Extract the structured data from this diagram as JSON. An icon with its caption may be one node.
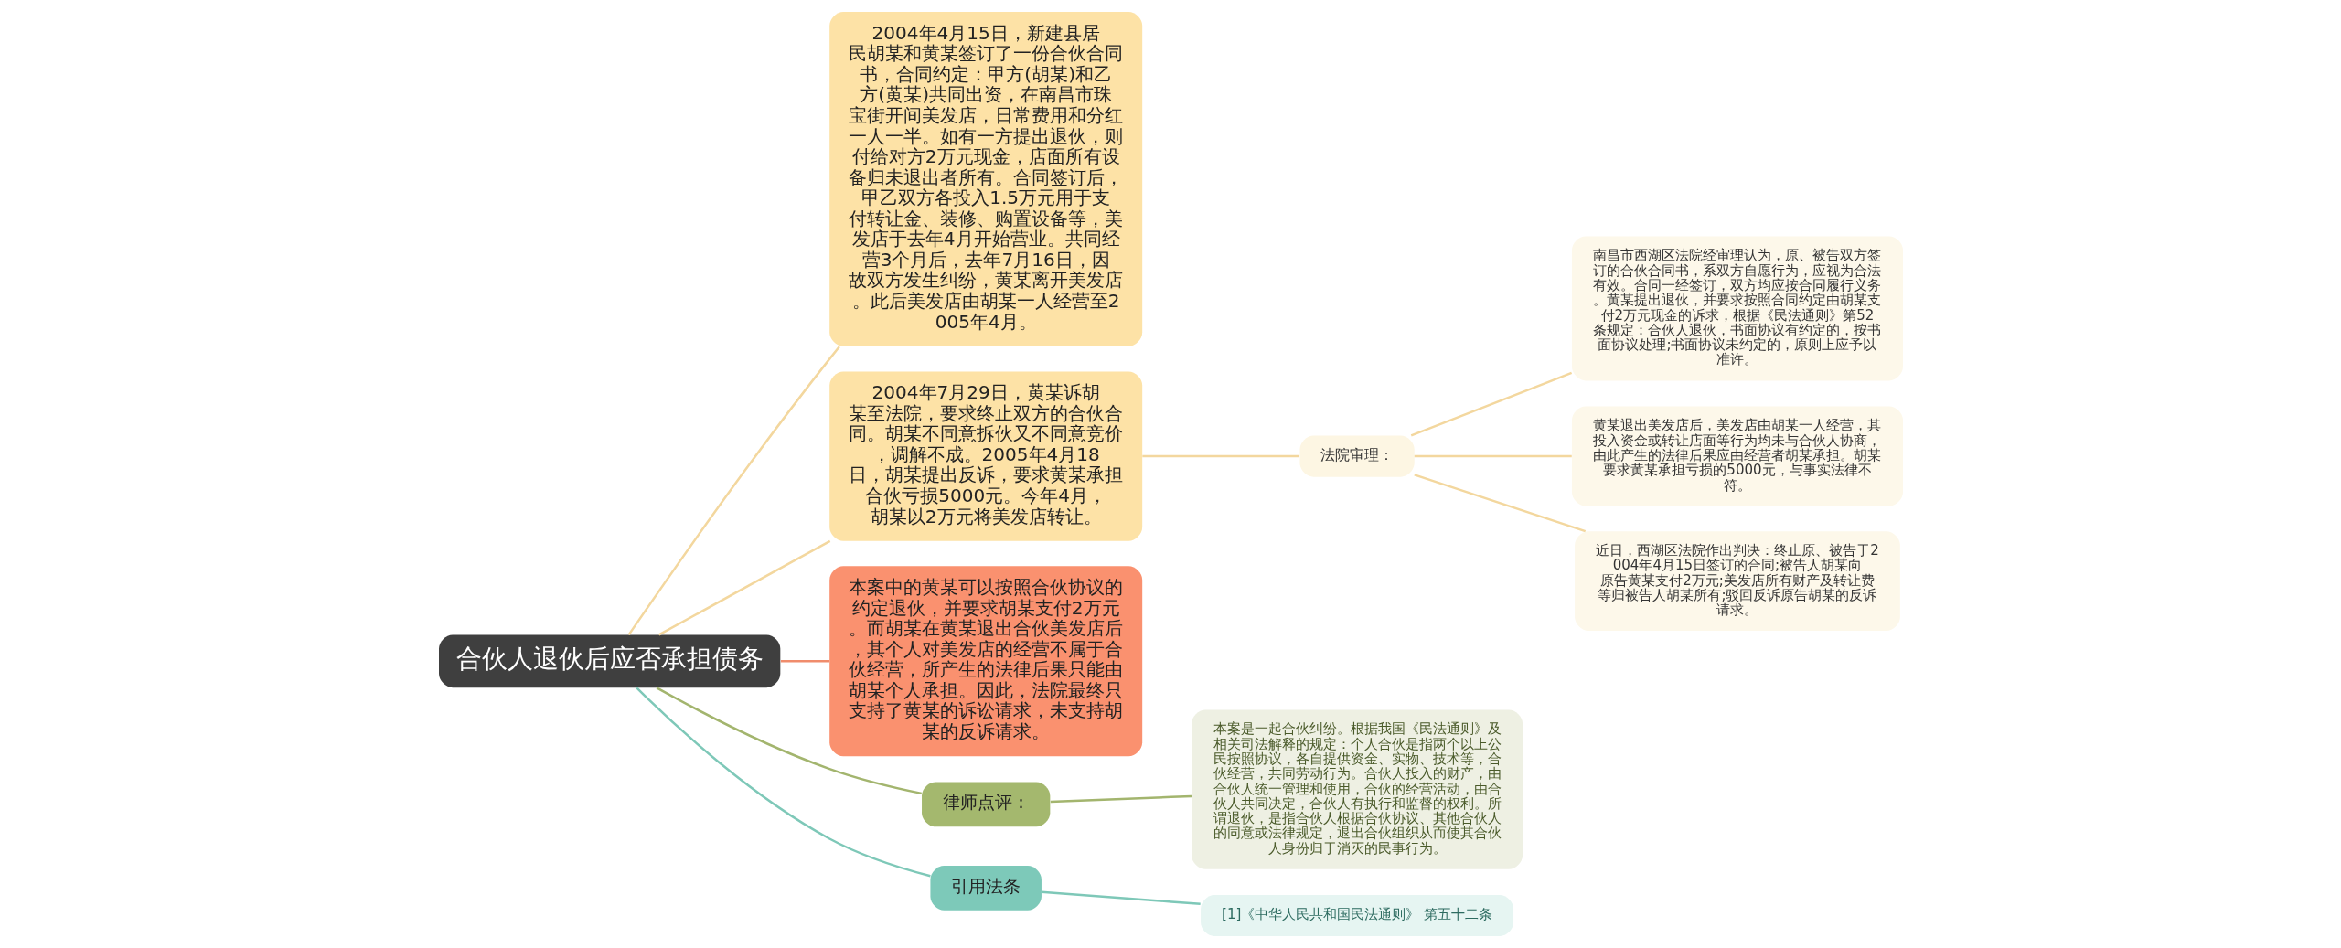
{
  "diagram": {
    "nodes": [
      {
        "text": [
          "合伙人退伙后应否承担债务"
        ]
      },
      {
        "text": [
          "2004年4月15日，新建县居民胡某和黄某签订了一份合伙合同书，合同约定：甲方(胡某)和乙方(黄某)共同出资，在南昌市珠宝街开间美发店，日常费用和分红一人一半。如有一方提出退伙，则付给对方2万元现金，店面所有设备归未退出者所有。合同签订后，甲乙双方各投入1.5万元用于支付转让金、装修、购置设备等，美发店于去年4月开始营业。共同经营3个月后，去年7月16日，因故双方发生纠纷，黄某离开美发店。此后美发店由胡某一人经营至2005年4月。"
        ]
      },
      {
        "text": [
          "2004年7月29日，黄某诉胡某至法院，要求终止双方的合伙合同。胡某不同意拆伙又不同意竞价，调解不成。2005年4月18日，胡某提出反诉，要求黄某承担合伙亏损5000元。今年4月，胡某以2万元将美发店转让。"
        ]
      },
      {
        "text": [
          "法院审理："
        ]
      },
      {
        "text": [
          "南昌市西湖区法院经审理认为，原、被告双方签订的合伙合同书，系双方自愿行为，应视为合法有效。合同一经签订，双方均应按合同履行义务。黄某提出退伙，并要求按照合同约定由胡某支付2万元现金的诉求，根据《民法通则》第52条规定：合伙人退伙，书面协议有约定的，按书面协议处理;书面协议未约定的，原则上应予以准许。"
        ]
      },
      {
        "text": [
          "黄某退出美发店后，美发店由胡某一人经营，其投入资金或转让店面等行为均未与合伙人协商，由此产生的法律后果应由经营者胡某承担。胡某要求黄某承担亏损的5000元，与事实法律不符。"
        ]
      },
      {
        "text": [
          "近日，西湖区法院作出判决：终止原、被告于2004年4月15日签订的合同;被告人胡某向原告黄某支付2万元;美发店所有财产及转让费等归被告人胡某所有;驳回反诉原告胡某的反诉请求。"
        ]
      },
      {
        "text": [
          "本案中的黄某可以按照合伙协议的约定退伙，并要求胡某支付2万元。而胡某在黄某退出合伙美发店后，其个人对美发店的经营不属于合伙经营，所产生的法律后果只能由胡某个人承担。因此，法院最终只支持了黄某的诉讼请求，未支持胡某的反诉请求。"
        ]
      },
      {
        "text": [
          "律师点评："
        ]
      },
      {
        "text": [
          "本案是一起合伙纠纷。根据我国《民法通则》及相关司法解释的规定：个人合伙是指两个以上公民按照协议，各自提供资金、实物、技术等，合伙经营，共同劳动行为。合伙人投入的财产，由合伙人统一管理和使用，合伙的经营活动，由合伙人共同决定，合伙人有执行和监督的权利。所谓退伙，是指合伙人根据合伙协议、其他合伙人的同意或法律规定，退出合伙组织从而使其合伙人身份归于消灭的民事行为。"
        ]
      },
      {
        "text": [
          "引用法条"
        ]
      },
      {
        "text": [
          "[1]《中华人民共和国民法通则》 第五十二条"
        ]
      }
    ],
    "edges": [
      {
        "from": 0,
        "to": 1,
        "arrow": "none"
      },
      {
        "from": 0,
        "to": 2,
        "arrow": "none"
      },
      {
        "from": 2,
        "to": 3,
        "arrow": "none"
      },
      {
        "from": 3,
        "to": 4,
        "arrow": "none"
      },
      {
        "from": 3,
        "to": 5,
        "arrow": "none"
      },
      {
        "from": 3,
        "to": 6,
        "arrow": "none"
      },
      {
        "from": 0,
        "to": 7,
        "arrow": "none",
        "color": "#f08c6c"
      },
      {
        "from": 0,
        "to": 8,
        "arrow": "none",
        "color": "#a3b56e"
      },
      {
        "from": 8,
        "to": 9,
        "arrow": "none",
        "color": "#a3b56e"
      },
      {
        "from": 0,
        "to": 10,
        "arrow": "none",
        "color": "#7ec8b8"
      },
      {
        "from": 10,
        "to": 11,
        "arrow": "none",
        "color": "#7ec8b8"
      }
    ]
  }
}
